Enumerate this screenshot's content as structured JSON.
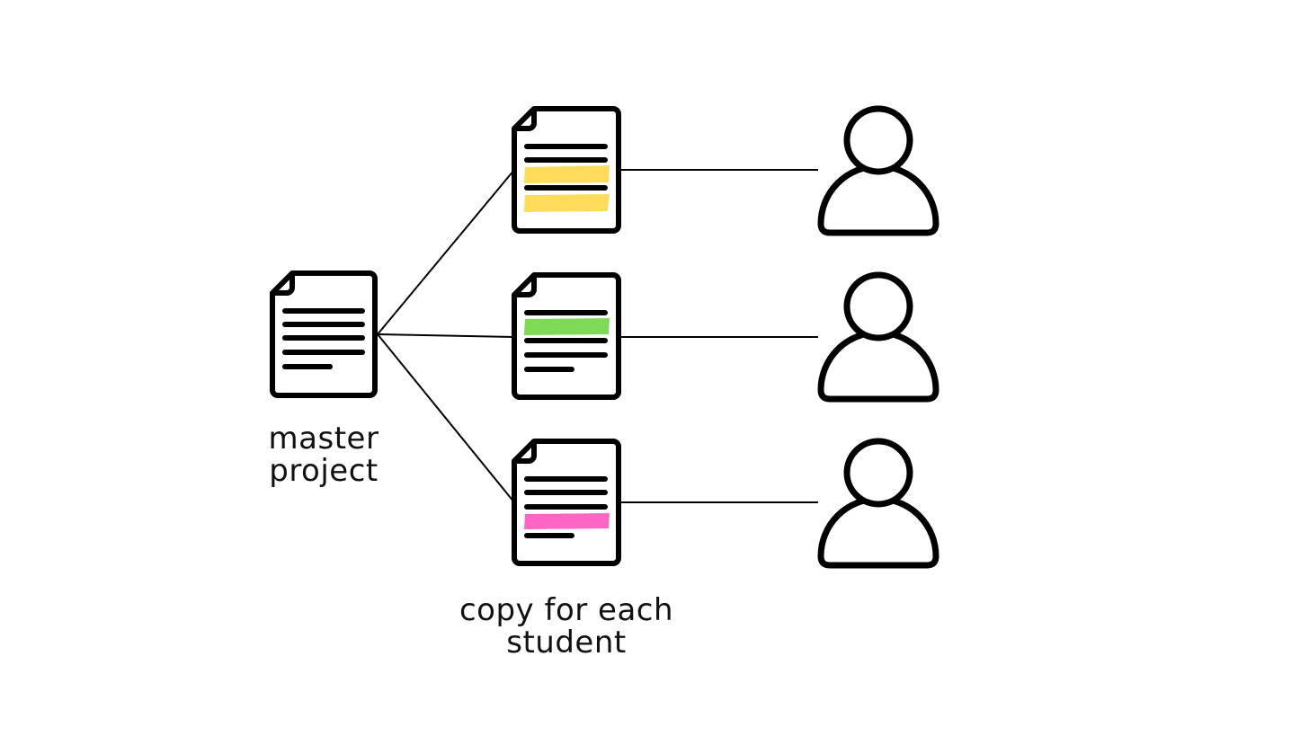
{
  "labels": {
    "master": [
      "master",
      "project"
    ],
    "copies": [
      "copy for each",
      "student"
    ]
  },
  "colors": {
    "stroke": "#000000",
    "background": "#ffffff",
    "highlight_yellow": "#FDDC5C",
    "highlight_green": "#7ED957",
    "highlight_pink": "#FF66C4"
  },
  "icons": {
    "master": "document-icon",
    "copies": [
      "document-icon",
      "document-icon",
      "document-icon"
    ],
    "students": [
      "person-icon",
      "person-icon",
      "person-icon"
    ]
  }
}
